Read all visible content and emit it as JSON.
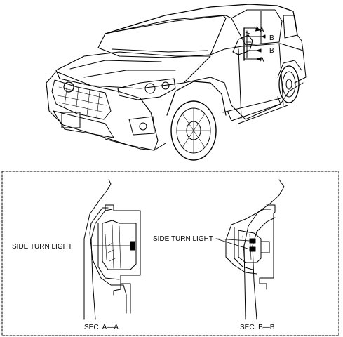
{
  "vehicle": {
    "callouts": [
      "A",
      "B",
      "B",
      "A"
    ]
  },
  "detail_box": {
    "section_a": {
      "part_label": "SIDE TURN LIGHT",
      "caption": "SEC. A—A"
    },
    "section_b": {
      "part_label": "SIDE TURN LIGHT",
      "caption": "SEC. B—B"
    }
  }
}
